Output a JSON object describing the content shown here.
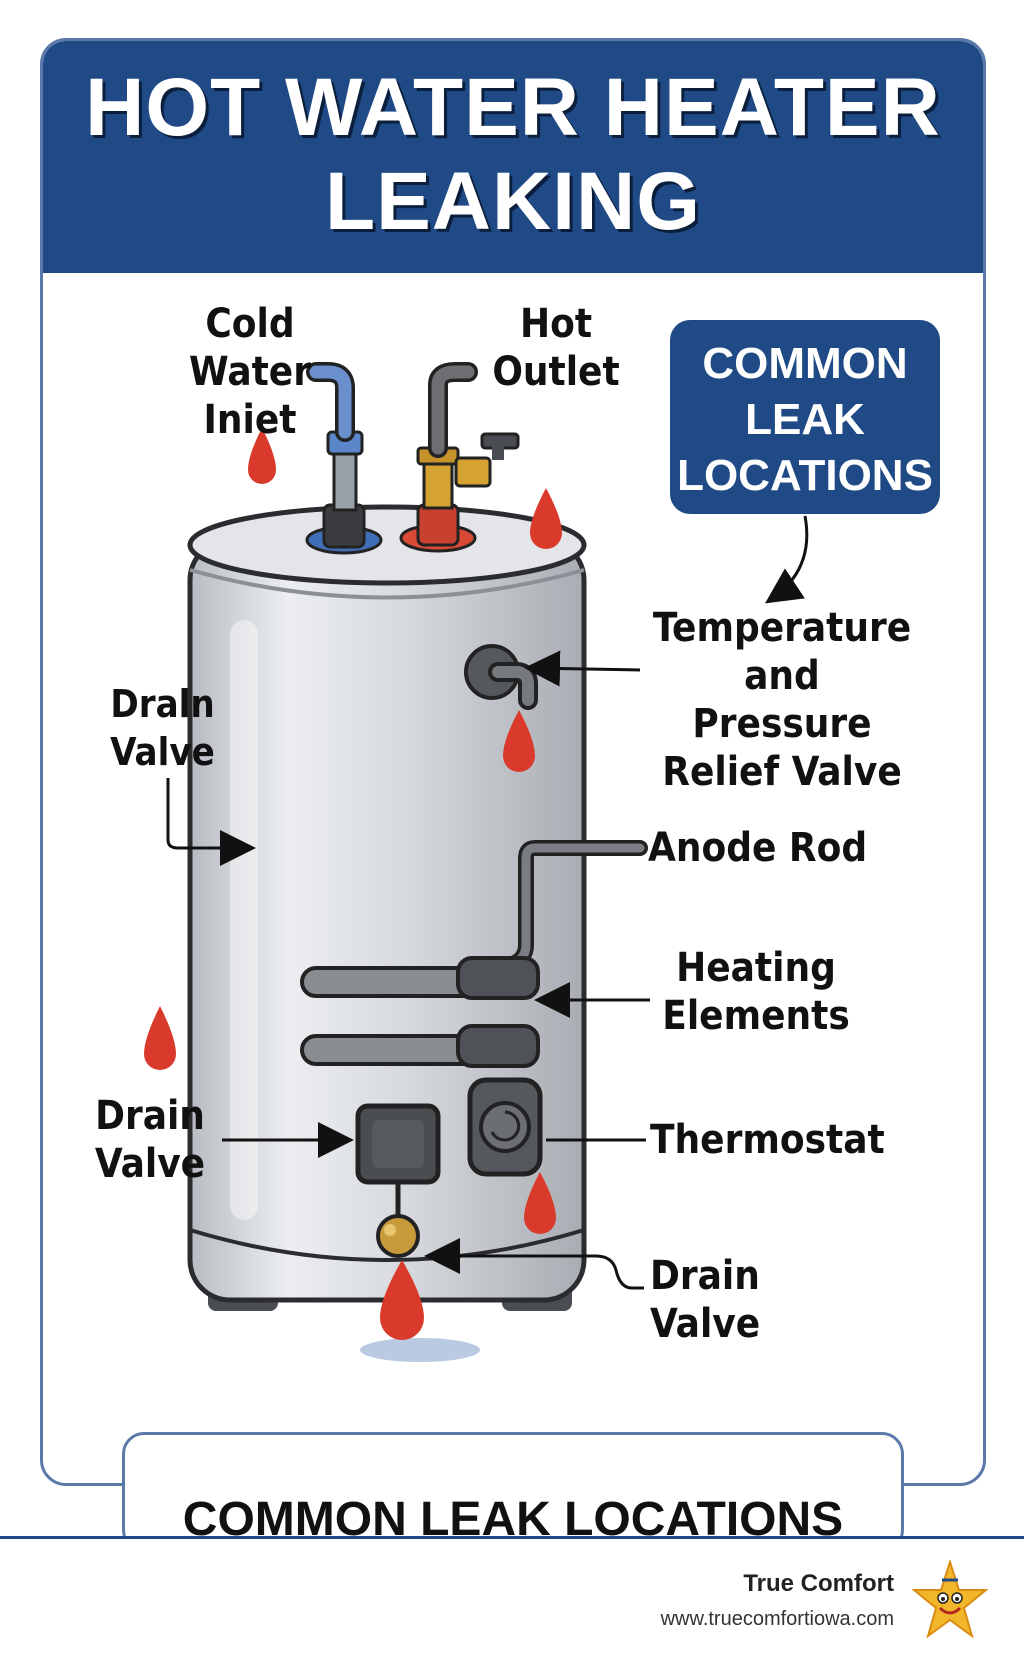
{
  "header": {
    "title": "HOT WATER HEATER LEAKING"
  },
  "callout": {
    "text": "COMMON LEAK LOCATIONS"
  },
  "labels": {
    "cold_inlet": "Cold Water Iniet",
    "hot_outlet": "Hot Outlet",
    "tp_valve": "Temperature and Pressure Relief Valve",
    "drain_top": "Draln Valve",
    "anode": "Anode Rod",
    "heating": "Heating Elements",
    "drain_mid": "Drain Valve",
    "thermostat": "Thermostat",
    "drain_bottom": "Drain Valve"
  },
  "bottom": {
    "title": "COMMON LEAK LOCATIONS"
  },
  "footer": {
    "brand": "True Comfort",
    "url": "www.truecomfortiowa.com"
  },
  "colors": {
    "brand_blue": "#1f4a86",
    "leak_red": "#d93a2b",
    "tank_gray": "#d2d5d9"
  }
}
